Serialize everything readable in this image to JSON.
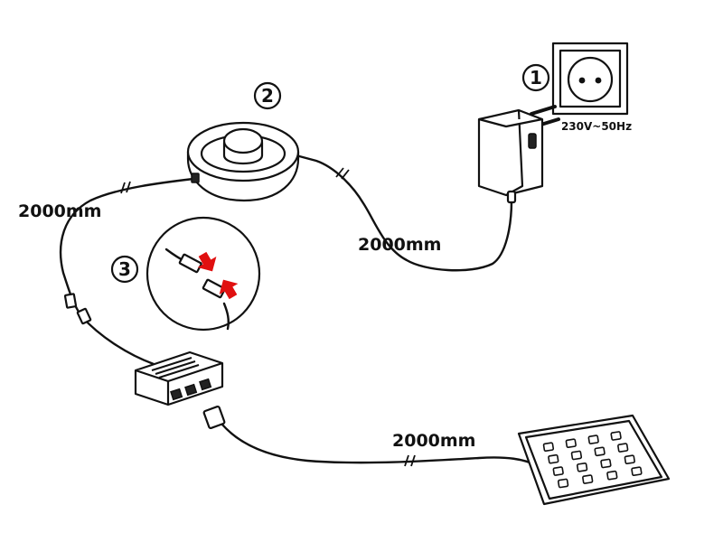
{
  "labels": {
    "step1": "1",
    "step2": "2",
    "step3": "3",
    "voltage": "230V~50Hz",
    "length_adapter_to_switch": "2000mm",
    "length_switch_to_hub": "2000mm",
    "length_hub_to_panel": "2000mm"
  },
  "colors": {
    "ink": "#111111",
    "arrow": "#e01010",
    "background": "#ffffff"
  },
  "icons": [
    "wall-socket-icon",
    "power-adapter-icon",
    "foot-switch-icon",
    "connector-arrows-icon",
    "distribution-hub-icon",
    "led-panel-icon"
  ]
}
